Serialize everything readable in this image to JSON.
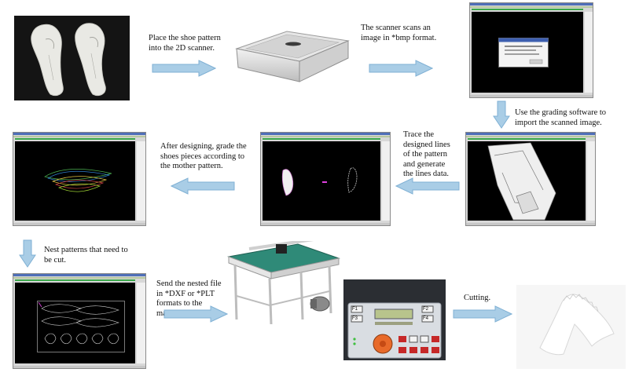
{
  "steps": {
    "place": "Place the shoe pattern into the 2D scanner.",
    "scan": "The scanner scans an image in *bmp format.",
    "import": "Use the grading software to import the scanned image.",
    "trace": "Trace the designed lines of the pattern and generate the lines data.",
    "grade": "After designing, grade the shoes pieces according to the mother pattern.",
    "nest": "Nest patterns that need to be cut.",
    "send": "Send the nested file in *DXF or *PLT formats to the machine.",
    "cutting": "Cutting."
  },
  "panel_keys": {
    "f1": "F1",
    "f2": "F2",
    "f3": "F3",
    "f4": "F4"
  },
  "colors": {
    "arrow_fill": "#a9cde6",
    "arrow_stroke": "#7fb0d4",
    "screen_canvas": "#000000"
  }
}
